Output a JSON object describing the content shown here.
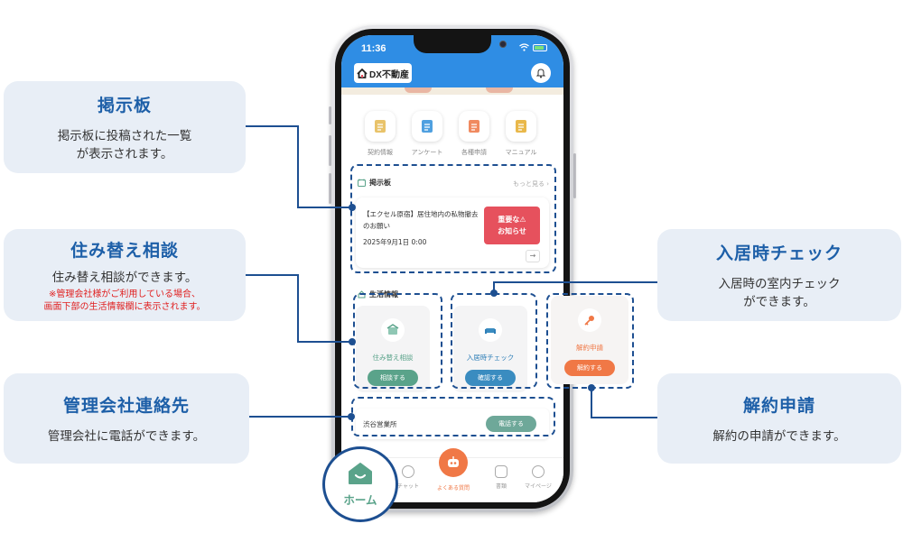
{
  "phone": {
    "time": "11:36",
    "app_name": "DX不動産",
    "quick_menu": [
      {
        "label": "契約情報",
        "icon": "contract-icon",
        "color": "#e9c36a"
      },
      {
        "label": "アンケート",
        "icon": "clipboard-icon",
        "color": "#4fa0e0"
      },
      {
        "label": "各種申請",
        "icon": "application-icon",
        "color": "#f08a60"
      },
      {
        "label": "マニュアル",
        "icon": "manual-icon",
        "color": "#e9b84a"
      }
    ],
    "board": {
      "heading": "掲示板",
      "more": "もっと見る",
      "post_title": "【エクセル原宿】居住地内の私物撤去のお願い",
      "post_date": "2025年9月1日 0:00",
      "badge_line1": "重要な⚠",
      "badge_line2": "お知らせ",
      "arrow": "→"
    },
    "life": {
      "heading": "生活情報",
      "cards": [
        {
          "label": "住み替え相談",
          "button": "相談する",
          "label_color": "#5aa38a",
          "button_color": "#5aa38a"
        },
        {
          "label": "入居時チェック",
          "button": "確認する",
          "label_color": "#2f7fb8",
          "button_color": "#3a8cc0"
        },
        {
          "label": "解約申請",
          "button": "解約する",
          "label_color": "#f07846",
          "button_color": "#f07846"
        }
      ]
    },
    "office": {
      "name": "渋谷営業所",
      "button": "電話する"
    },
    "tabs": [
      {
        "label": "チャット"
      },
      {
        "label": "よくある質問"
      },
      {
        "label": "書類"
      },
      {
        "label": "マイページ"
      }
    ],
    "home_label": "ホーム"
  },
  "callouts": {
    "board": {
      "title": "掲示板",
      "desc": "掲示板に投稿された一覧\nが表示されます。"
    },
    "relocation": {
      "title": "住み替え相談",
      "desc": "住み替え相談ができます。",
      "note": "※管理会社様がご利用している場合、\n画面下部の生活情報欄に表示されます。"
    },
    "contact": {
      "title": "管理会社連絡先",
      "desc": "管理会社に電話ができます。"
    },
    "checkin": {
      "title": "入居時チェック",
      "desc": "入居時の室内チェック\nができます。"
    },
    "cancel": {
      "title": "解約申請",
      "desc": "解約の申請ができます。"
    }
  },
  "colors": {
    "accent": "#1d5fa8",
    "header_blue": "#2f8de4",
    "callout_bg": "#e8eef6",
    "important_red": "#e6515d"
  }
}
